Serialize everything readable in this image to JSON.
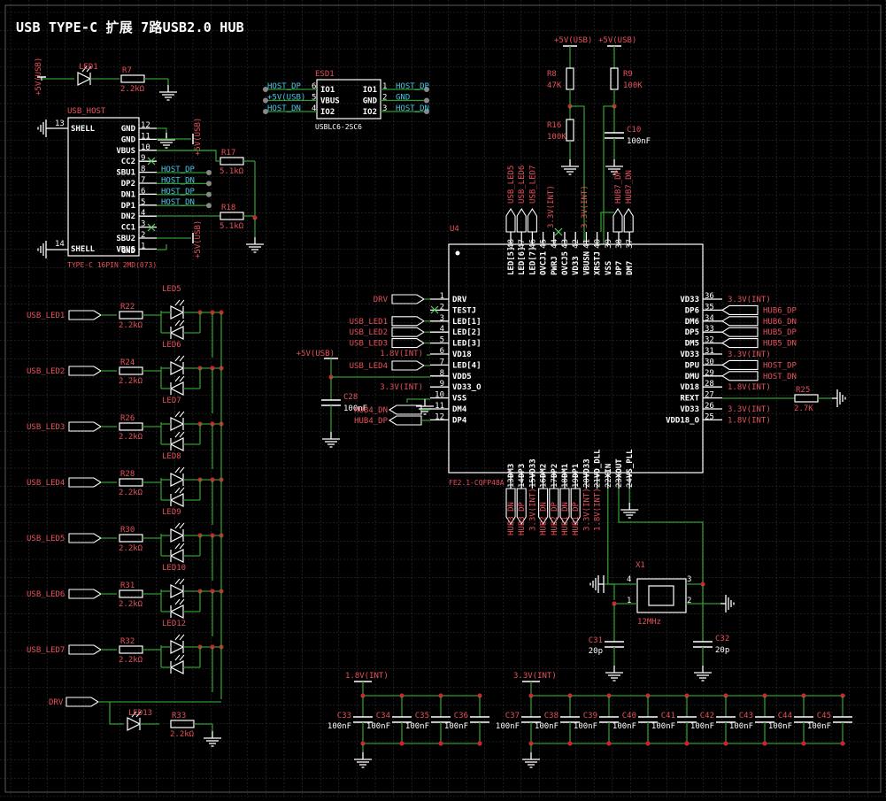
{
  "title": "USB TYPE-C 扩展 7路USB2.0 HUB",
  "colors": {
    "background": "#000000",
    "grid": "#3a3a3a",
    "wire": "#2f9a2f",
    "body": "#ffffff",
    "designator": "#e8505b",
    "net_label": "#48c6e8",
    "power": "#e8505b",
    "junction": "#d02030",
    "noconnect": "#5ad05a"
  },
  "ic": {
    "designator": "U4",
    "footprint": "FE2.1-CQFP48A",
    "left_pins": [
      {
        "num": "1",
        "name": "DRV",
        "net": "DRV"
      },
      {
        "num": "2",
        "name": "TESTJ",
        "net": ""
      },
      {
        "num": "3",
        "name": "LED[1]",
        "net": "USB_LED1"
      },
      {
        "num": "4",
        "name": "LED[2]",
        "net": "USB_LED2"
      },
      {
        "num": "5",
        "name": "LED[3]",
        "net": "USB_LED3"
      },
      {
        "num": "6",
        "name": "VD18",
        "net": "1.8V(INT)"
      },
      {
        "num": "7",
        "name": "LED[4]",
        "net": "USB_LED4"
      },
      {
        "num": "8",
        "name": "VDD5",
        "net": ""
      },
      {
        "num": "9",
        "name": "VD33_O",
        "net": "3.3V(INT)"
      },
      {
        "num": "10",
        "name": "VSS",
        "net": ""
      },
      {
        "num": "11",
        "name": "DM4",
        "net": "HUB4_DN"
      },
      {
        "num": "12",
        "name": "DP4",
        "net": "HUB4_DP"
      }
    ],
    "right_pins": [
      {
        "num": "36",
        "name": "VD33",
        "net": "3.3V(INT)"
      },
      {
        "num": "35",
        "name": "DP6",
        "net": "HUB6_DP"
      },
      {
        "num": "34",
        "name": "DM6",
        "net": "HUB6_DN"
      },
      {
        "num": "33",
        "name": "DP5",
        "net": "HUB5_DP"
      },
      {
        "num": "32",
        "name": "DM5",
        "net": "HUB5_DN"
      },
      {
        "num": "31",
        "name": "VD33",
        "net": "3.3V(INT)"
      },
      {
        "num": "30",
        "name": "DPU",
        "net": "HOST_DP"
      },
      {
        "num": "29",
        "name": "DMU",
        "net": "HOST_DN"
      },
      {
        "num": "28",
        "name": "VD18",
        "net": "1.8V(INT)"
      },
      {
        "num": "27",
        "name": "REXT",
        "net": ""
      },
      {
        "num": "26",
        "name": "VD33",
        "net": "3.3V(INT)"
      },
      {
        "num": "25",
        "name": "VDD18_O",
        "net": "1.8V(INT)"
      }
    ],
    "top_pins": [
      {
        "num": "48",
        "name": "LED[5]"
      },
      {
        "num": "47",
        "name": "LED[6]"
      },
      {
        "num": "46",
        "name": "LED[7]"
      },
      {
        "num": "45",
        "name": "OVCJ1"
      },
      {
        "num": "44",
        "name": "PWRJ"
      },
      {
        "num": "43",
        "name": "OVCJ5"
      },
      {
        "num": "42",
        "name": "VD33"
      },
      {
        "num": "41",
        "name": "VBUSN"
      },
      {
        "num": "40",
        "name": "XRSTJ"
      },
      {
        "num": "39",
        "name": "VSS"
      },
      {
        "num": "38",
        "name": "DP7"
      },
      {
        "num": "37",
        "name": "DM7"
      }
    ],
    "bottom_pins": [
      {
        "num": "13",
        "name": "DM3"
      },
      {
        "num": "14",
        "name": "DP3"
      },
      {
        "num": "15",
        "name": "VD33"
      },
      {
        "num": "16",
        "name": "DM2"
      },
      {
        "num": "17",
        "name": "DP2"
      },
      {
        "num": "18",
        "name": "DM1"
      },
      {
        "num": "19",
        "name": "DP1"
      },
      {
        "num": "20",
        "name": "VD33"
      },
      {
        "num": "21",
        "name": "VD_DLL"
      },
      {
        "num": "22",
        "name": "XIN"
      },
      {
        "num": "23",
        "name": "XOUT"
      },
      {
        "num": "24",
        "name": "VS_PLL"
      }
    ],
    "top_nets": [
      "USB_LED5",
      "USB_LED6",
      "USB_LED7",
      "3.3V(INT)",
      "3.3V(INT)",
      "HUB7_DP",
      "HUB7_DN"
    ],
    "bottom_nets": [
      "HUB3_DN",
      "HUB3_DP",
      "3.3V(INT)",
      "HUB2_DN",
      "HUB2_DP",
      "HUB1_DN",
      "HUB1_DP",
      "3.3V(INT)",
      "1.8V(INT)"
    ]
  },
  "usb_host": {
    "designator": "USB_HOST",
    "footprint": "TYPE-C 16PIN 2MD(073)",
    "pins": [
      {
        "num": "12",
        "name": "GND"
      },
      {
        "num": "11",
        "name": "GND"
      },
      {
        "num": "10",
        "name": "VBUS"
      },
      {
        "num": "9",
        "name": "CC2"
      },
      {
        "num": "8",
        "name": "SBU1"
      },
      {
        "num": "7",
        "name": "DP2"
      },
      {
        "num": "6",
        "name": "DN1"
      },
      {
        "num": "5",
        "name": "DP1"
      },
      {
        "num": "4",
        "name": "DN2"
      },
      {
        "num": "3",
        "name": "CC1"
      },
      {
        "num": "2",
        "name": "SBU2"
      },
      {
        "num": "1",
        "name": "VBUS"
      }
    ],
    "shell_top": {
      "num": "13",
      "name": "SHELL"
    },
    "shell_bot": {
      "num": "14",
      "name": "SHELL"
    },
    "gnd_pin": "GND",
    "nets": [
      "HOST_DP",
      "HOST_DN",
      "HOST_DP",
      "HOST_DN"
    ],
    "r17": {
      "ref": "R17",
      "val": "5.1kΩ"
    },
    "r18": {
      "ref": "R18",
      "val": "5.1kΩ"
    },
    "vbus_label": "+5V(USB)"
  },
  "esd": {
    "designator": "ESD1",
    "part": "USBLC6-2SC6",
    "left": [
      {
        "num": "6",
        "name": "IO1",
        "net": "HOST_DP"
      },
      {
        "num": "5",
        "name": "VBUS",
        "net": "+5V(USB)"
      },
      {
        "num": "4",
        "name": "IO2",
        "net": "HOST_DN"
      }
    ],
    "right": [
      {
        "num": "1",
        "name": "IO1",
        "net": "HOST_DP"
      },
      {
        "num": "2",
        "name": "GND",
        "net": "GND"
      },
      {
        "num": "3",
        "name": "IO2",
        "net": "HOST_DN"
      }
    ]
  },
  "power_led": {
    "led": "LED1",
    "res": "R7",
    "val": "2.2kΩ",
    "pwr": "+5V(USB)"
  },
  "led_rows": [
    {
      "net": "USB_LED1",
      "res": "R22",
      "val": "2.2kΩ",
      "led": "LED5"
    },
    {
      "net": "USB_LED2",
      "res": "R24",
      "val": "2.2kΩ",
      "led": "LED6"
    },
    {
      "net": "USB_LED3",
      "res": "R26",
      "val": "2.2kΩ",
      "led": "LED7"
    },
    {
      "net": "USB_LED4",
      "res": "R28",
      "val": "2.2kΩ",
      "led": "LED8"
    },
    {
      "net": "USB_LED5",
      "res": "R30",
      "val": "2.2kΩ",
      "led": "LED9"
    },
    {
      "net": "USB_LED6",
      "res": "R31",
      "val": "2.2kΩ",
      "led": "LED10"
    },
    {
      "net": "USB_LED7",
      "res": "R32",
      "val": "2.2kΩ",
      "led": "LED12"
    }
  ],
  "drv_led": {
    "net": "DRV",
    "led": "LED13",
    "res": "R33",
    "val": "2.2kΩ"
  },
  "pullups": [
    {
      "ref": "R8",
      "val": "47K",
      "pwr": "+5V(USB)"
    },
    {
      "ref": "R9",
      "val": "100K",
      "pwr": "+5V(USB)"
    },
    {
      "ref": "R16",
      "val": "100K"
    },
    {
      "ref": "C10",
      "val": "100nF"
    }
  ],
  "misc": {
    "drv": "DRV",
    "v5": "+5V(USB)",
    "c28": "C28",
    "c28v": "100nF",
    "r25": "R25",
    "r25v": "2.7K",
    "crystal": "X1",
    "crystal_freq": "12MHz",
    "c31": "C31",
    "c31v": "20p",
    "c32": "C32",
    "c32v": "20p"
  },
  "decoupling": {
    "v18": "1.8V(INT)",
    "v33": "3.3V(INT)",
    "group18": [
      {
        "ref": "C33",
        "val": "100nF"
      },
      {
        "ref": "C34",
        "val": "100nF"
      },
      {
        "ref": "C35",
        "val": "100nF"
      },
      {
        "ref": "C36",
        "val": "100nF"
      }
    ],
    "group33": [
      {
        "ref": "C37",
        "val": "100nF"
      },
      {
        "ref": "C38",
        "val": "100nF"
      },
      {
        "ref": "C39",
        "val": "100nF"
      },
      {
        "ref": "C40",
        "val": "100nF"
      },
      {
        "ref": "C41",
        "val": "100nF"
      },
      {
        "ref": "C42",
        "val": "100nF"
      },
      {
        "ref": "C43",
        "val": "100nF"
      },
      {
        "ref": "C44",
        "val": "100nF"
      },
      {
        "ref": "C45",
        "val": "100nF"
      }
    ]
  }
}
